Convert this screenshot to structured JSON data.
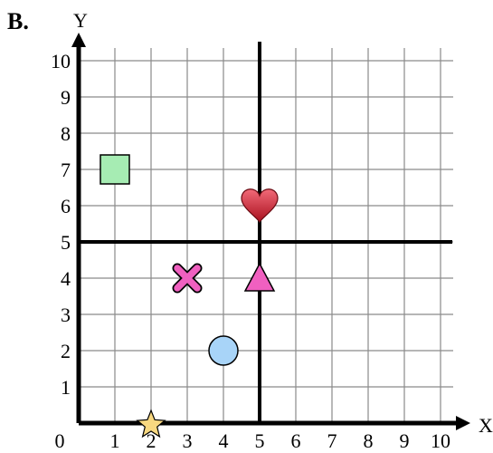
{
  "figure": {
    "label": "B.",
    "axis_x_label": "X",
    "axis_y_label": "Y",
    "origin_label": "0"
  },
  "chart_data": {
    "type": "scatter",
    "xlim": [
      0,
      10
    ],
    "ylim": [
      0,
      10
    ],
    "grid": true,
    "x_ticks": [
      "1",
      "2",
      "3",
      "4",
      "5",
      "6",
      "7",
      "8",
      "9",
      "10"
    ],
    "y_ticks": [
      "1",
      "2",
      "3",
      "4",
      "5",
      "6",
      "7",
      "8",
      "9",
      "10"
    ],
    "reference_lines": {
      "x": 5,
      "y": 5
    },
    "points": [
      {
        "shape": "square",
        "x": 1,
        "y": 7,
        "color": "#a6ecb3"
      },
      {
        "shape": "heart",
        "x": 5,
        "y": 6,
        "color": "#d9283a"
      },
      {
        "shape": "cross",
        "x": 3,
        "y": 4,
        "color": "#f060c0"
      },
      {
        "shape": "triangle",
        "x": 5,
        "y": 4,
        "color": "#f060c0"
      },
      {
        "shape": "circle",
        "x": 4,
        "y": 2,
        "color": "#a8d4f8"
      },
      {
        "shape": "star",
        "x": 2,
        "y": 0,
        "color": "#f8d880"
      }
    ]
  }
}
